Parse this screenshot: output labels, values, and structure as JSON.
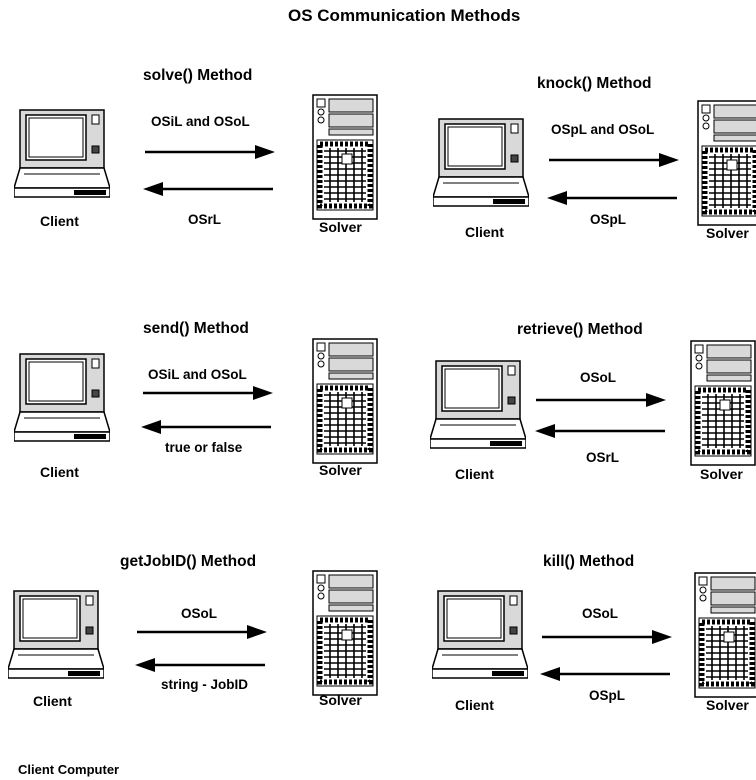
{
  "title": "OS Communication Methods",
  "footer": "Client Computer",
  "icons": {
    "client": "laptop-icon",
    "solver": "server-tower-icon"
  },
  "panels": [
    {
      "method": "solve() Method",
      "client": "Client",
      "solver": "Solver",
      "request": "OSiL and OSoL",
      "response": "OSrL"
    },
    {
      "method": "knock() Method",
      "client": "Client",
      "solver": "Solver",
      "request": "OSpL and OSoL",
      "response": "OSpL"
    },
    {
      "method": "send() Method",
      "client": "Client",
      "solver": "Solver",
      "request": "OSiL and OSoL",
      "response": "true or false"
    },
    {
      "method": "retrieve() Method",
      "client": "Client",
      "solver": "Solver",
      "request": "OSoL",
      "response": "OSrL"
    },
    {
      "method": "getJobID() Method",
      "client": "Client",
      "solver": "Solver",
      "request": "OSoL",
      "response": "string - JobID"
    },
    {
      "method": "kill() Method",
      "client": "Client",
      "solver": "Solver",
      "request": "OSoL",
      "response": "OSpL"
    }
  ]
}
